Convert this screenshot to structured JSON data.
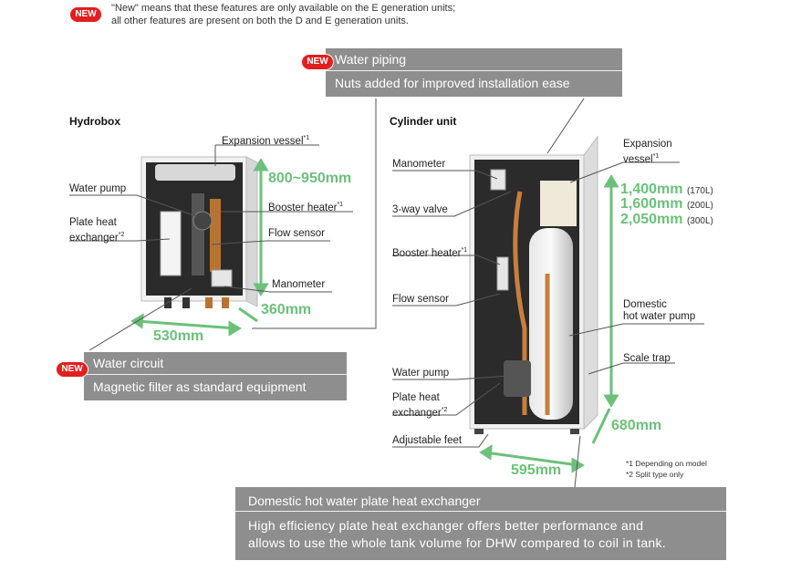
{
  "new_badge": "NEW",
  "legend": {
    "line1": "\"New\" means that these features are only available on the E generation units;",
    "line2": "all other features are present on both the D and E generation units."
  },
  "callouts": {
    "water_piping": {
      "title": "Water piping",
      "body": "Nuts added for improved installation ease"
    },
    "water_circuit": {
      "title": "Water circuit",
      "body": "Magnetic filter as standard equipment"
    },
    "dhw_phe": {
      "title": "Domestic hot water plate heat exchanger",
      "body_line1": "High efficiency plate heat exchanger offers better performance and",
      "body_line2": "allows to use the whole tank volume for DHW compared to coil in tank."
    }
  },
  "hydrobox": {
    "title": "Hydrobox",
    "labels": {
      "expansion_vessel": "Expansion vessel",
      "water_pump": "Water pump",
      "plate_heat_exchanger_l1": "Plate heat",
      "plate_heat_exchanger_l2": "exchanger",
      "booster_heater": "Booster heater",
      "flow_sensor": "Flow sensor",
      "manometer": "Manometer"
    },
    "footnote_marks": {
      "expansion_vessel": "*1",
      "plate_heat_exchanger": "*2",
      "booster_heater": "*1"
    },
    "dimensions": {
      "height": "800~950mm",
      "depth": "360mm",
      "width": "530mm"
    }
  },
  "cylinder": {
    "title": "Cylinder unit",
    "labels": {
      "manometer": "Manometer",
      "three_way_valve": "3-way valve",
      "booster_heater": "Booster heater",
      "flow_sensor": "Flow sensor",
      "water_pump": "Water pump",
      "plate_heat_l1": "Plate heat",
      "plate_heat_l2": "exchanger",
      "adjustable_feet": "Adjustable feet",
      "expansion_l1": "Expansion",
      "expansion_l2": "vessel",
      "dhw_pump_l1": "Domestic",
      "dhw_pump_l2": "hot water pump",
      "scale_trap": "Scale trap"
    },
    "footnote_marks": {
      "booster_heater": "*1",
      "plate_heat": "*2",
      "expansion": "*1"
    },
    "heights": [
      {
        "value": "1,400mm",
        "volume": "(170L)"
      },
      {
        "value": "1,600mm",
        "volume": "(200L)"
      },
      {
        "value": "2,050mm",
        "volume": "(300L)"
      }
    ],
    "dimensions": {
      "depth": "680mm",
      "width": "595mm"
    }
  },
  "footnotes": {
    "n1": "*1 Depending on model",
    "n2": "*2 Split type only"
  },
  "colors": {
    "accent_green": "#6cc07a",
    "callout_gray": "#8e8e8e",
    "new_red": "#e02020"
  }
}
